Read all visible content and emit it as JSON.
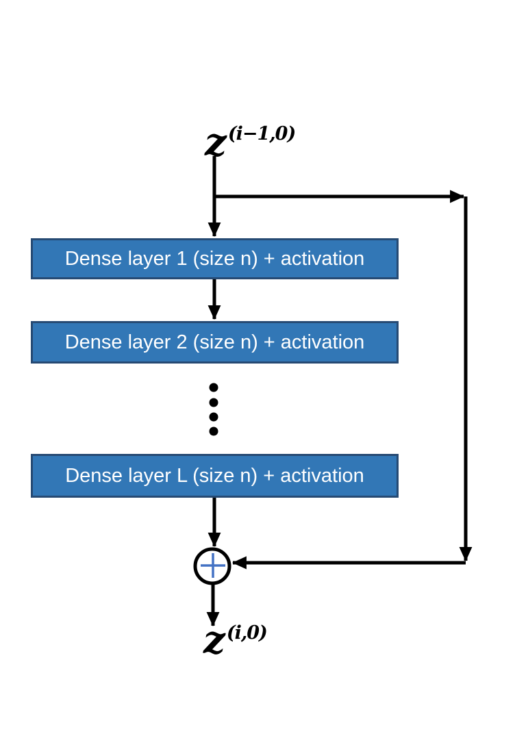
{
  "figure": {
    "title": "residual-dense-block-diagram",
    "background": "#ffffff",
    "input_label": {
      "base": "z",
      "superscript": "(i−1,0)"
    },
    "output_label": {
      "base": "z",
      "superscript": "(i,0)"
    },
    "layers": [
      {
        "label": "Dense layer 1 (size n) + activation"
      },
      {
        "label": "Dense layer 2 (size n) + activation"
      },
      {
        "label": "Dense layer L (size n) + activation"
      }
    ],
    "ellipsis_dot_count": 4,
    "sum_node": {
      "symbol": "+"
    },
    "colors": {
      "box_fill": "#3277B6",
      "box_border": "#264A73",
      "box_text": "#ffffff",
      "plus_sign": "#4472C4",
      "line": "#000000"
    }
  }
}
